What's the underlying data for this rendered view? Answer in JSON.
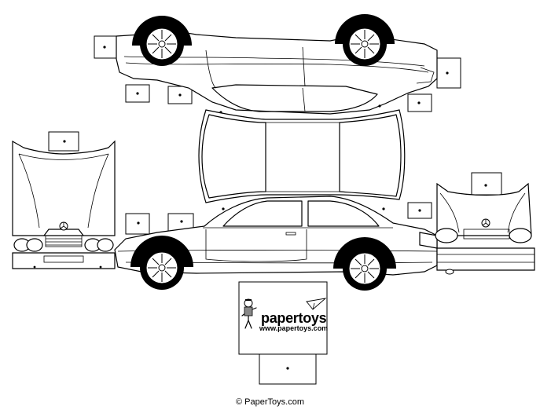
{
  "logo": {
    "brand": "papertoys",
    "url": "www.papertoys.com"
  },
  "footer": {
    "copyright": "© PaperToys.com"
  }
}
